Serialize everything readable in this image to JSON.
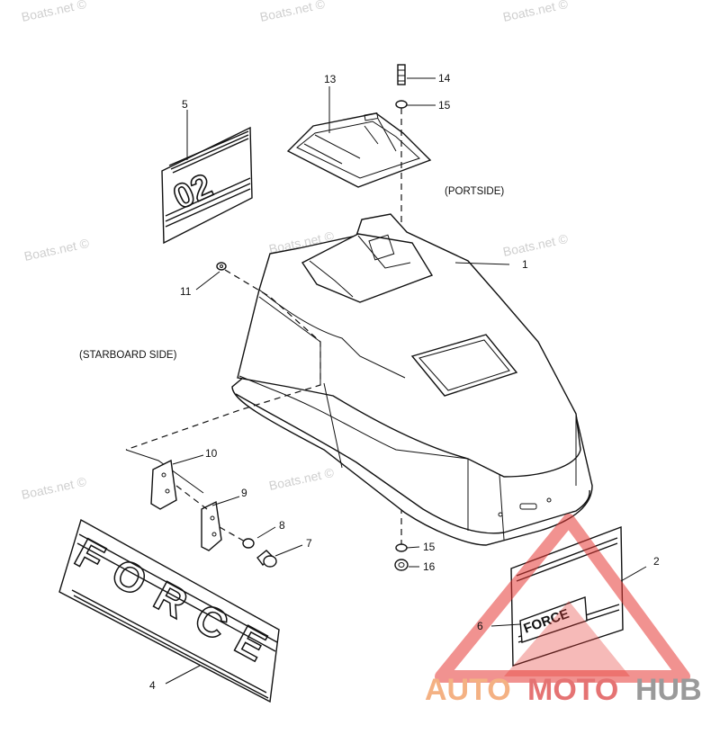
{
  "watermark": {
    "text": "Boats.net ©",
    "logo_parts": [
      "AUTO",
      "MOTO",
      "HUB"
    ],
    "colors": {
      "auto": "#f4b183",
      "moto": "#e57373",
      "hub": "#9a9a9a",
      "triangle": "#e53935"
    }
  },
  "labels": {
    "part_1": "1",
    "part_2": "2",
    "part_4": "4",
    "part_5": "5",
    "part_6": "6",
    "part_7": "7",
    "part_8": "8",
    "part_9": "9",
    "part_10": "10",
    "part_11": "11",
    "part_13": "13",
    "part_14": "14",
    "part_15a": "15",
    "part_15b": "15",
    "part_16": "16"
  },
  "side_labels": {
    "portside": "(PORTSIDE)",
    "starboard": "(STARBOARD SIDE)"
  },
  "decals": {
    "model": "02",
    "brand_long": "FORCE",
    "brand_small": "FORCE"
  }
}
